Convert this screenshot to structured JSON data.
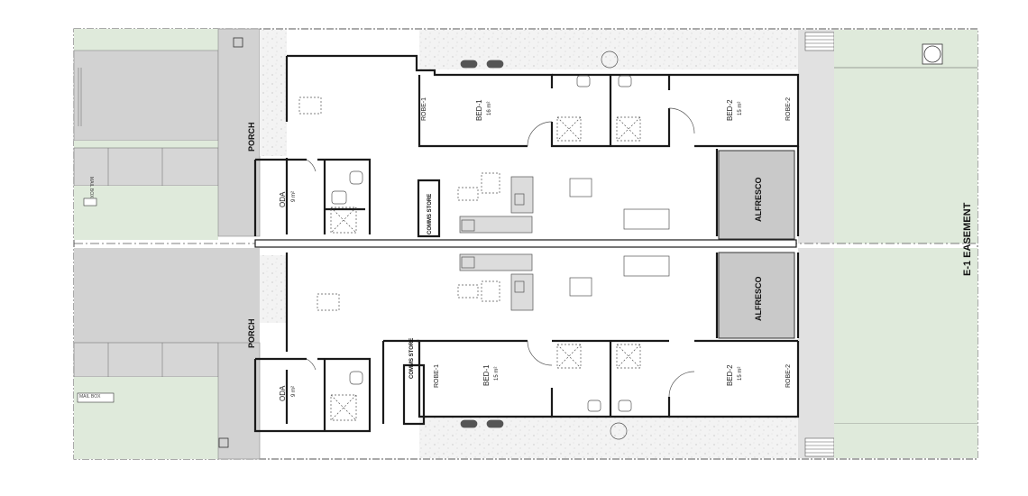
{
  "labels": {
    "porch": "PORCH",
    "oda": "ODA",
    "oda_area": "9 m²",
    "bed1": "BED-1",
    "bed1_area_top": "16 m²",
    "bed1_area_bottom": "15 m²",
    "bed2": "BED-2",
    "bed2_area": "15 m²",
    "robe1": "ROBE-1",
    "robe2": "ROBE-2",
    "alfresco": "ALFRESCO",
    "comms_store": "COMMS STORE",
    "mail_box": "MAIL BOX",
    "easement": "E-1 EASEMENT"
  },
  "colors": {
    "grass": "#dfeadb",
    "gravel": "#f1f1f1",
    "paving": "#cfcfcf",
    "alfresco": "#c9c9c9",
    "wall": "#1a1a1a"
  }
}
